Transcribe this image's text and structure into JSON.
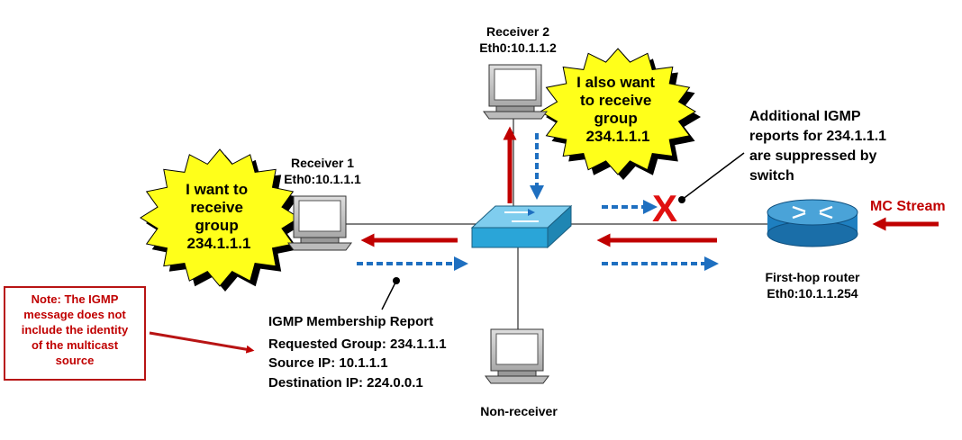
{
  "receiver1": {
    "name": "Receiver 1",
    "address": "Eth0:10.1.1.1"
  },
  "receiver2": {
    "name": "Receiver 2",
    "address": "Eth0:10.1.1.2"
  },
  "non_receiver": {
    "name": "Non-receiver"
  },
  "router": {
    "name": "First-hop router",
    "address": "Eth0:10.1.1.254"
  },
  "stream_label": "MC Stream",
  "bubble1": {
    "lines": [
      "I want to",
      "receive",
      "group",
      "234.1.1.1"
    ]
  },
  "bubble2": {
    "lines": [
      "I also  want",
      "to receive",
      "group",
      "234.1.1.1"
    ]
  },
  "suppressed_note": {
    "lines": [
      "Additional IGMP",
      "reports for 234.1.1.1",
      "are suppressed by",
      "switch"
    ]
  },
  "suppress_mark": "X",
  "report": {
    "title": "IGMP Membership Report",
    "requested_group": "Requested Group: 234.1.1.1",
    "source_ip": "Source IP: 10.1.1.1",
    "destination_ip": "Destination IP: 224.0.0.1"
  },
  "note_box": {
    "lines": [
      "Note: The IGMP",
      "message does not",
      "include the identity",
      "of the multicast",
      "source"
    ]
  },
  "colors": {
    "stream_arrow": "#c00000",
    "report_arrow": "#1e6fc0",
    "bubble_fill": "#ffff1a",
    "switch": "#2aa5d8",
    "router": "#1e7fc0",
    "note_border": "#b81414"
  }
}
